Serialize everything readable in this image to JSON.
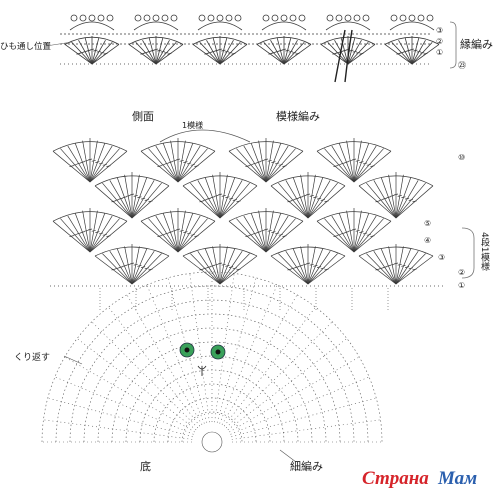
{
  "labels": {
    "cord_position": "ひも通し位置",
    "edging": "縁編み",
    "side": "側面",
    "pattern_stitch": "模様編み",
    "one_pattern": "1模様",
    "repeat": "4段1模様",
    "repeat_turn": "くり返す",
    "bottom": "底",
    "fine_stitch": "細編み"
  },
  "row_markers": {
    "edge": [
      "③",
      "②",
      "①",
      "㉓"
    ],
    "side": [
      "⑩",
      "⑤",
      "④",
      "③",
      "②",
      "①"
    ]
  },
  "watermark": {
    "prefix": "Страна",
    "suffix": "Мам"
  },
  "colors": {
    "line": "#3a3a3a",
    "cat_eye": "#3aa15a",
    "watermark_red": "#d6242a",
    "watermark_blue": "#2a5fae"
  }
}
